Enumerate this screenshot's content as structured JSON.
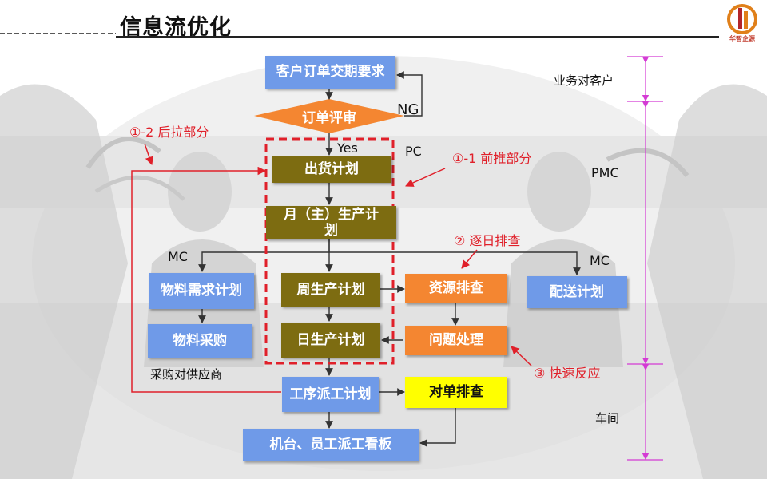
{
  "title": "信息流优化",
  "logo": {
    "text": "华智企源",
    "accent": "#e0801a"
  },
  "colors": {
    "blue": "#6f9ae8",
    "olive": "#7d6c11",
    "orange": "#f48631",
    "yellow": "#ffff00",
    "magenta": "#d43bd4",
    "red": "#e0202a"
  },
  "nodes": {
    "customer_request": "客户订单交期要求",
    "order_review": "订单评审",
    "shipping_plan": "出货计划",
    "monthly_plan": "月（主）生产计划",
    "weekly_plan": "周生产计划",
    "daily_plan": "日生产计划",
    "material_requirement": "物料需求计划",
    "material_purchase": "物料采购",
    "resource_check": "资源排查",
    "problem_handling": "问题处理",
    "delivery_plan": "配送计划",
    "process_dispatch": "工序派工计划",
    "document_check": "对单排查",
    "machine_board": "机台、员工派工看板"
  },
  "labels": {
    "yes": "Yes",
    "ng": "NG",
    "pc": "PC",
    "mc_left": "MC",
    "mc_right": "MC",
    "supplier": "采购对供应商",
    "push": "①-1 前推部分",
    "pull": "①-2 后拉部分",
    "daily_check": "② 逐日排查",
    "quick_response": "③ 快速反应"
  },
  "sections": {
    "customer": "业务对客户",
    "pmc": "PMC",
    "workshop": "车间"
  }
}
